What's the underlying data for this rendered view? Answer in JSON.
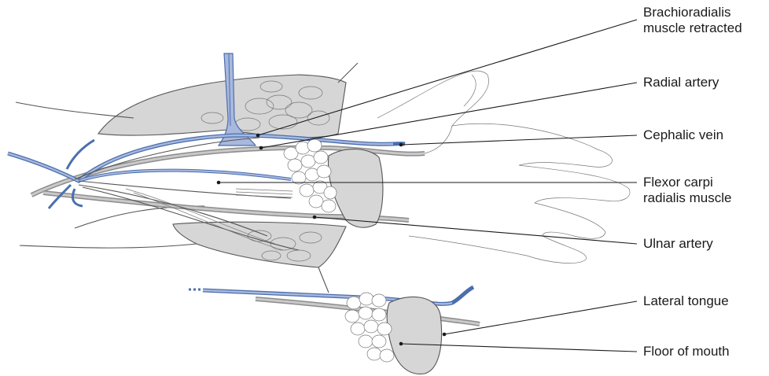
{
  "labels": {
    "brachioradialis": "Brachioradialis\nmuscle retracted",
    "radial_artery": "Radial artery",
    "cephalic_vein": "Cephalic vein",
    "flexor_carpi": "Flexor carpi\nradialis muscle",
    "ulnar_artery": "Ulnar artery",
    "lateral_tongue": "Lateral tongue",
    "floor_of_mouth": "Floor of mouth"
  },
  "colors": {
    "vein_blue": "#4a6fae",
    "vein_light": "#a9b8dd",
    "artery_gray": "#8c8c8c",
    "artery_light": "#c9c9c9",
    "muscle_fill": "#d6d6d6",
    "outline": "#555555"
  }
}
